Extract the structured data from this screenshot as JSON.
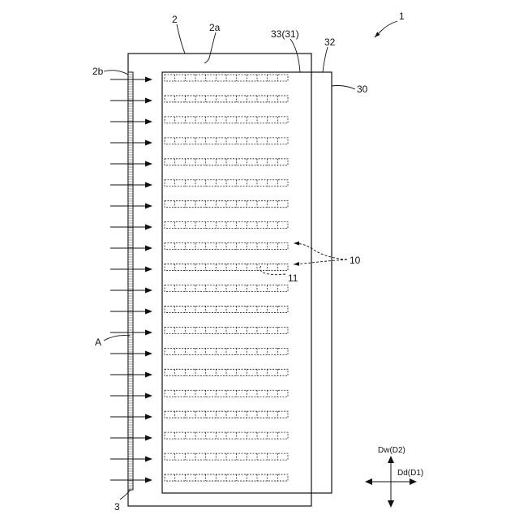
{
  "labels": {
    "device": "1",
    "housing": "2",
    "housing_inner_face": "2a",
    "housing_side_face": "2b",
    "shield_strip": "3",
    "region_a": "A",
    "container": "30",
    "container_wall": "32",
    "container_inner": "33(31)",
    "cell_group": "10",
    "cell": "11"
  },
  "axes": {
    "vertical": "Dw(D2)",
    "horizontal": "Dd(D1)"
  },
  "structure": {
    "cell_rows": 20,
    "cells_per_row": 12,
    "arrow_count": 20
  },
  "colors": {
    "line": "#111111",
    "background": "#ffffff"
  }
}
